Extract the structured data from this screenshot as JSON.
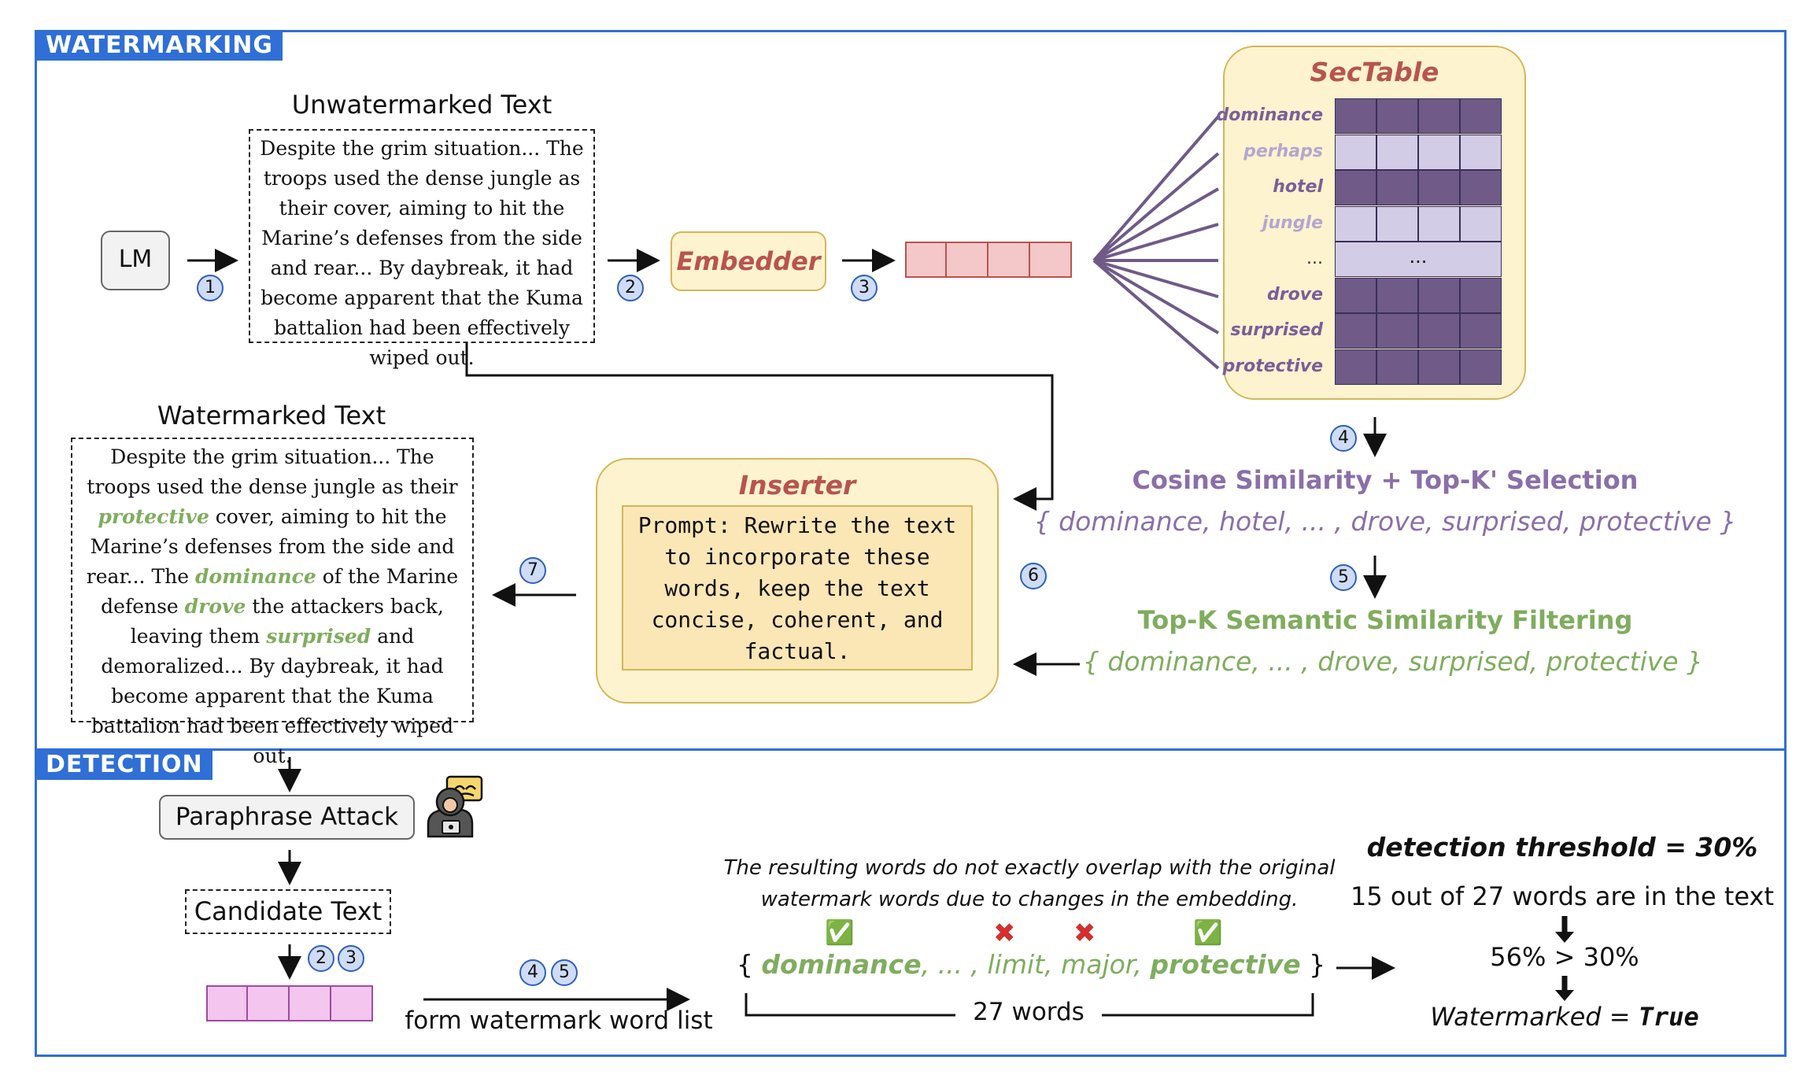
{
  "watermarking": {
    "label": "WATERMARKING",
    "lm_label": "LM",
    "unwatermarked_title": "Unwatermarked Text",
    "unwatermarked_text": "Despite the grim situation... The troops used the dense jungle as their cover, aiming to hit the Marine’s defenses from the side and rear... By daybreak, it had become apparent that the Kuma battalion had been effectively wiped out.",
    "embedder_label": "Embedder",
    "sectable_title": "SecTable",
    "sectable_rows": [
      {
        "word": "dominance",
        "shade": "dark"
      },
      {
        "word": "perhaps",
        "shade": "light"
      },
      {
        "word": "hotel",
        "shade": "dark"
      },
      {
        "word": "jungle",
        "shade": "light"
      },
      {
        "word": "...",
        "shade": "ellipsis"
      },
      {
        "word": "drove",
        "shade": "dark"
      },
      {
        "word": "surprised",
        "shade": "dark"
      },
      {
        "word": "protective",
        "shade": "dark"
      }
    ],
    "sectable_ellipsis": "...",
    "cosine_title": "Cosine Similarity + Top-K' Selection",
    "cosine_words": "{ dominance, hotel, ... , drove, surprised, protective }",
    "topk_title": "Top-K Semantic Similarity Filtering",
    "topk_words": "{ dominance, ... , drove, surprised, protective }",
    "inserter_title": "Inserter",
    "inserter_prompt": "Prompt: Rewrite the text to incorporate these words, keep the text concise, coherent, and factual.",
    "watermarked_title": "Watermarked Text",
    "watermarked_segments": [
      {
        "text": "Despite the grim situation... The troops used the dense jungle as their ",
        "green": false
      },
      {
        "text": "protective",
        "green": true
      },
      {
        "text": " cover, aiming to hit the Marine’s defenses from the side and rear... The ",
        "green": false
      },
      {
        "text": "dominance",
        "green": true
      },
      {
        "text": " of the Marine defense ",
        "green": false
      },
      {
        "text": "drove",
        "green": true
      },
      {
        "text": " the attackers back, leaving them ",
        "green": false
      },
      {
        "text": "surprised",
        "green": true
      },
      {
        "text": " and demoralized... By daybreak, it had become apparent that the Kuma battalion had been effectively wiped out.",
        "green": false
      }
    ],
    "steps": [
      "1",
      "2",
      "3",
      "4",
      "5",
      "6",
      "7"
    ]
  },
  "detection": {
    "label": "DETECTION",
    "paraphrase_label": "Paraphrase Attack",
    "candidate_label": "Candidate Text",
    "steps_23": [
      "2",
      "3"
    ],
    "steps_45": [
      "4",
      "5"
    ],
    "form_label": "form watermark word list",
    "note": "The resulting words do not exactly overlap with the original watermark words due to changes in the embedding.",
    "word_list": {
      "open": "{",
      "w1": "dominance",
      "mid1": ", ... , ",
      "w2": "limit, major,",
      "w3": "protective",
      "close": "}"
    },
    "check_icon": "✅",
    "cross_icon": "✖",
    "count_label": "27 words",
    "threshold_label": "detection threshold = 30%",
    "result_count": "15 out of 27 words are in the text",
    "comparison": "56% > 30%",
    "verdict_prefix": "Watermarked = ",
    "verdict_value": "True"
  },
  "colors": {
    "section_border": "#2f6fd6",
    "purple_text": "#8a6fa8",
    "green_text": "#7fad5e",
    "red_title": "#b85450",
    "vector_fill": "#f4c7c8",
    "candidate_vector_fill": "#f3c5ef"
  }
}
